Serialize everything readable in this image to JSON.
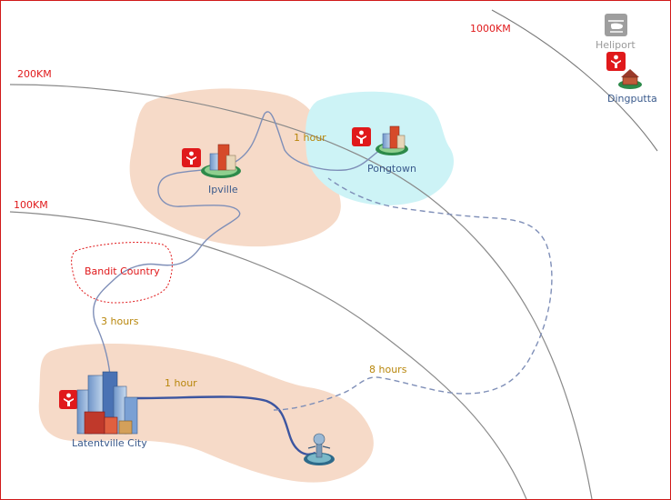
{
  "colors": {
    "ring_label": "#e0191b",
    "place_label": "#3a5a8c",
    "time_label": "#b8860b",
    "heliport_label": "#9a9a9a",
    "region_peach": "#f6dac8",
    "region_cyan": "#cdf3f6",
    "route": "#7f8fb8",
    "route_dark": "#3c55a0",
    "aid_icon": "#e0191b",
    "bandit": "#e0191b",
    "border": "#d11a1a"
  },
  "rings": [
    {
      "label": "100KM"
    },
    {
      "label": "200KM"
    },
    {
      "label": "1000KM"
    }
  ],
  "places": [
    {
      "id": "ipville",
      "label": "Ipville",
      "icon": "aid-agency-icon"
    },
    {
      "id": "pongtown",
      "label": "Pongtown",
      "icon": "aid-agency-icon"
    },
    {
      "id": "latentville",
      "label": "Latentville City",
      "icon": "aid-agency-icon"
    },
    {
      "id": "dingputta",
      "label": "Dingputta",
      "icon": "aid-agency-icon"
    },
    {
      "id": "heliport",
      "label": "Heliport",
      "icon": "helicopter-icon"
    }
  ],
  "danger_zone": {
    "label": "Bandit Country"
  },
  "travel_times": [
    {
      "id": "ipville-pongtown",
      "label": "1 hour"
    },
    {
      "id": "bandit-latentville",
      "label": "3 hours"
    },
    {
      "id": "latentville-airstrip",
      "label": "1 hour"
    },
    {
      "id": "airstrip-pongtown",
      "label": "8 hours"
    }
  ]
}
